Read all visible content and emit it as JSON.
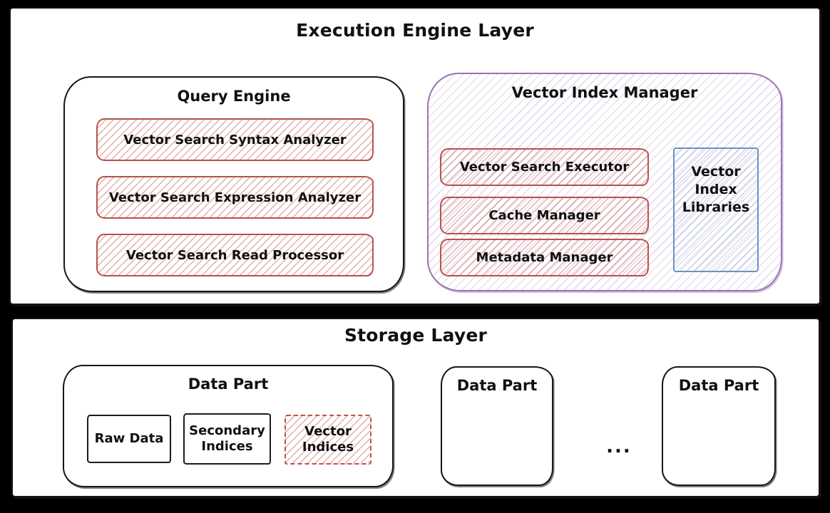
{
  "execution_layer": {
    "title": "Execution Engine Layer",
    "query_engine": {
      "title": "Query Engine",
      "items": [
        "Vector Search Syntax Analyzer",
        "Vector Search Expression Analyzer",
        "Vector Search Read Processor"
      ]
    },
    "vector_index_manager": {
      "title": "Vector Index Manager",
      "items": [
        "Vector Search Executor",
        "Cache Manager",
        "Metadata Manager"
      ],
      "side_box": "Vector Index Libraries"
    }
  },
  "storage_layer": {
    "title": "Storage Layer",
    "data_part_main": {
      "title": "Data Part",
      "items": [
        "Raw Data",
        "Secondary Indices",
        "Vector Indices"
      ]
    },
    "data_part_2": {
      "title": "Data Part"
    },
    "data_part_3": {
      "title": "Data Part"
    },
    "ellipsis": "..."
  },
  "colors": {
    "background": "#000000",
    "panel": "#ffffff",
    "ink": "#141414",
    "red_accent": "#b5534e",
    "purple_accent": "#9b73b4",
    "blue_accent": "#6e91c3"
  }
}
